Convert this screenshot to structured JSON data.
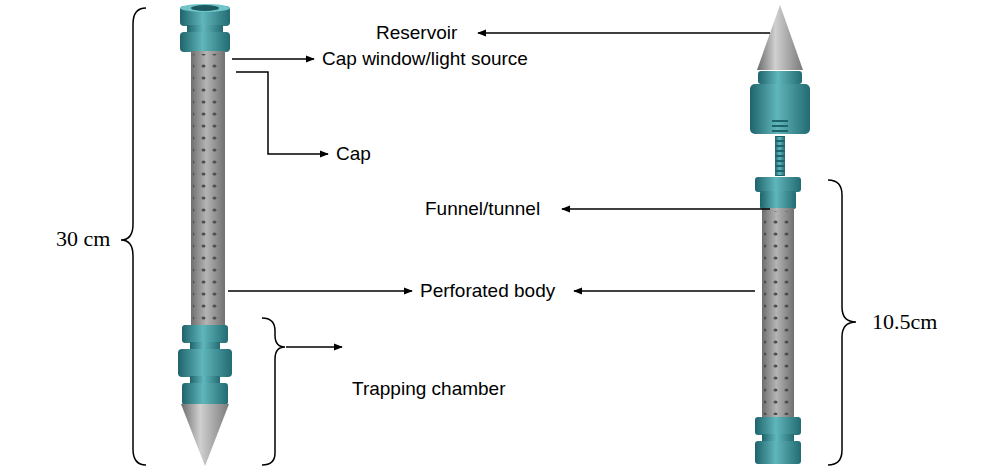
{
  "diagram": {
    "labels": [
      "Reservoir",
      "Cap window/light source",
      "Cap",
      "Funnel/tunnel",
      "Perforated body",
      "Trapping chamber",
      "30 cm",
      "10.5cm"
    ]
  }
}
